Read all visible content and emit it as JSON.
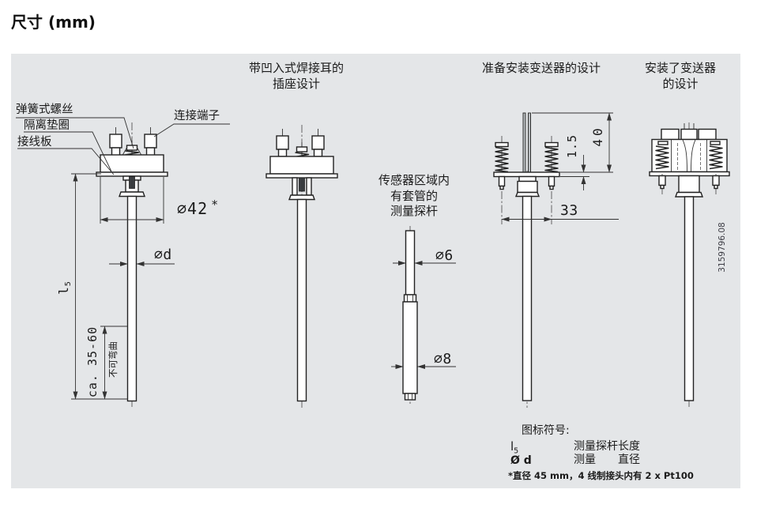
{
  "title": "尺寸 (mm)",
  "doc_number": "3159796.08",
  "columns": {
    "socket_line1": "带凹入式焊接耳的",
    "socket_line2": "插座设计",
    "transmitter_ready": "准备安装变送器的设计",
    "transmitter_mounted_line1": "安装了变送器",
    "transmitter_mounted_line2": "的设计",
    "sheathed_probe_line1": "传感器区域内",
    "sheathed_probe_line2": "有套管的",
    "sheathed_probe_line3": "测量探杆"
  },
  "part_labels": {
    "spring_screw": "弹簧式螺丝",
    "isolating_washer": "隔离垫圈",
    "terminal_board": "接线板",
    "connection_terminal": "连接端子"
  },
  "dims": {
    "dia42": "∅42",
    "dia42_note": "*",
    "dia_d": "∅d",
    "l5_main": "l",
    "l5_sub": "5",
    "approx_range": "ca. 35-60",
    "no_bend": "不可弯曲",
    "dia6": "∅6",
    "dia8": "∅8",
    "plate_thickness": "1.5",
    "wire_length": "40",
    "screw_spacing": "33"
  },
  "legend": {
    "heading": "图标符号:",
    "l5_symbol": "l",
    "l5_symbol_sub": "5",
    "l5_desc": "测量探杆长度",
    "dia_symbol": "Ø d",
    "dia_desc_measure": "测量",
    "dia_desc_diameter": "直径",
    "footnote": "*直径 45 mm，4 线制接头内有 2 x Pt100"
  }
}
